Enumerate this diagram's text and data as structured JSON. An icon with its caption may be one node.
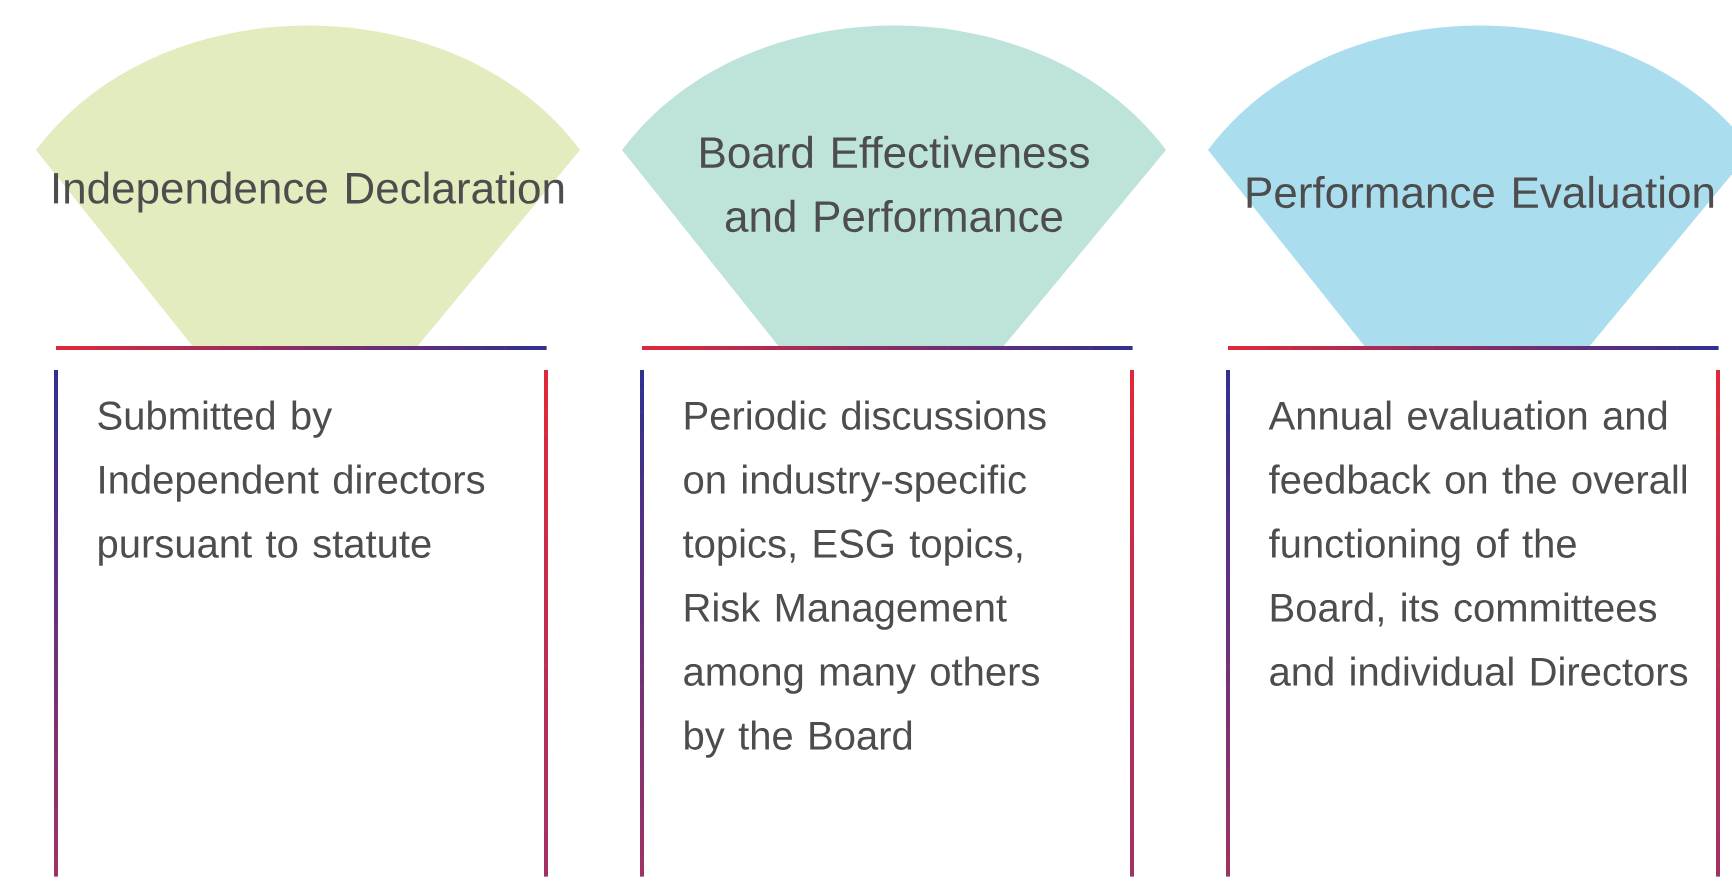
{
  "diagram": {
    "nodes": [
      {
        "text": [
          "Independence Declaration"
        ]
      },
      {
        "text": [
          "Board Effectiveness and Performance"
        ]
      },
      {
        "text": [
          "Performance Evaluation"
        ]
      },
      {
        "text": [
          "Submitted by Independent directors pursuant to statute"
        ]
      },
      {
        "text": [
          "Periodic discussions on industry-specific topics, ESG topics, Risk Management among many others by the Board"
        ]
      },
      {
        "text": [
          "Annual evaluation and feedback on the overall functioning of the Board, its committees and individual Directors"
        ]
      }
    ]
  }
}
